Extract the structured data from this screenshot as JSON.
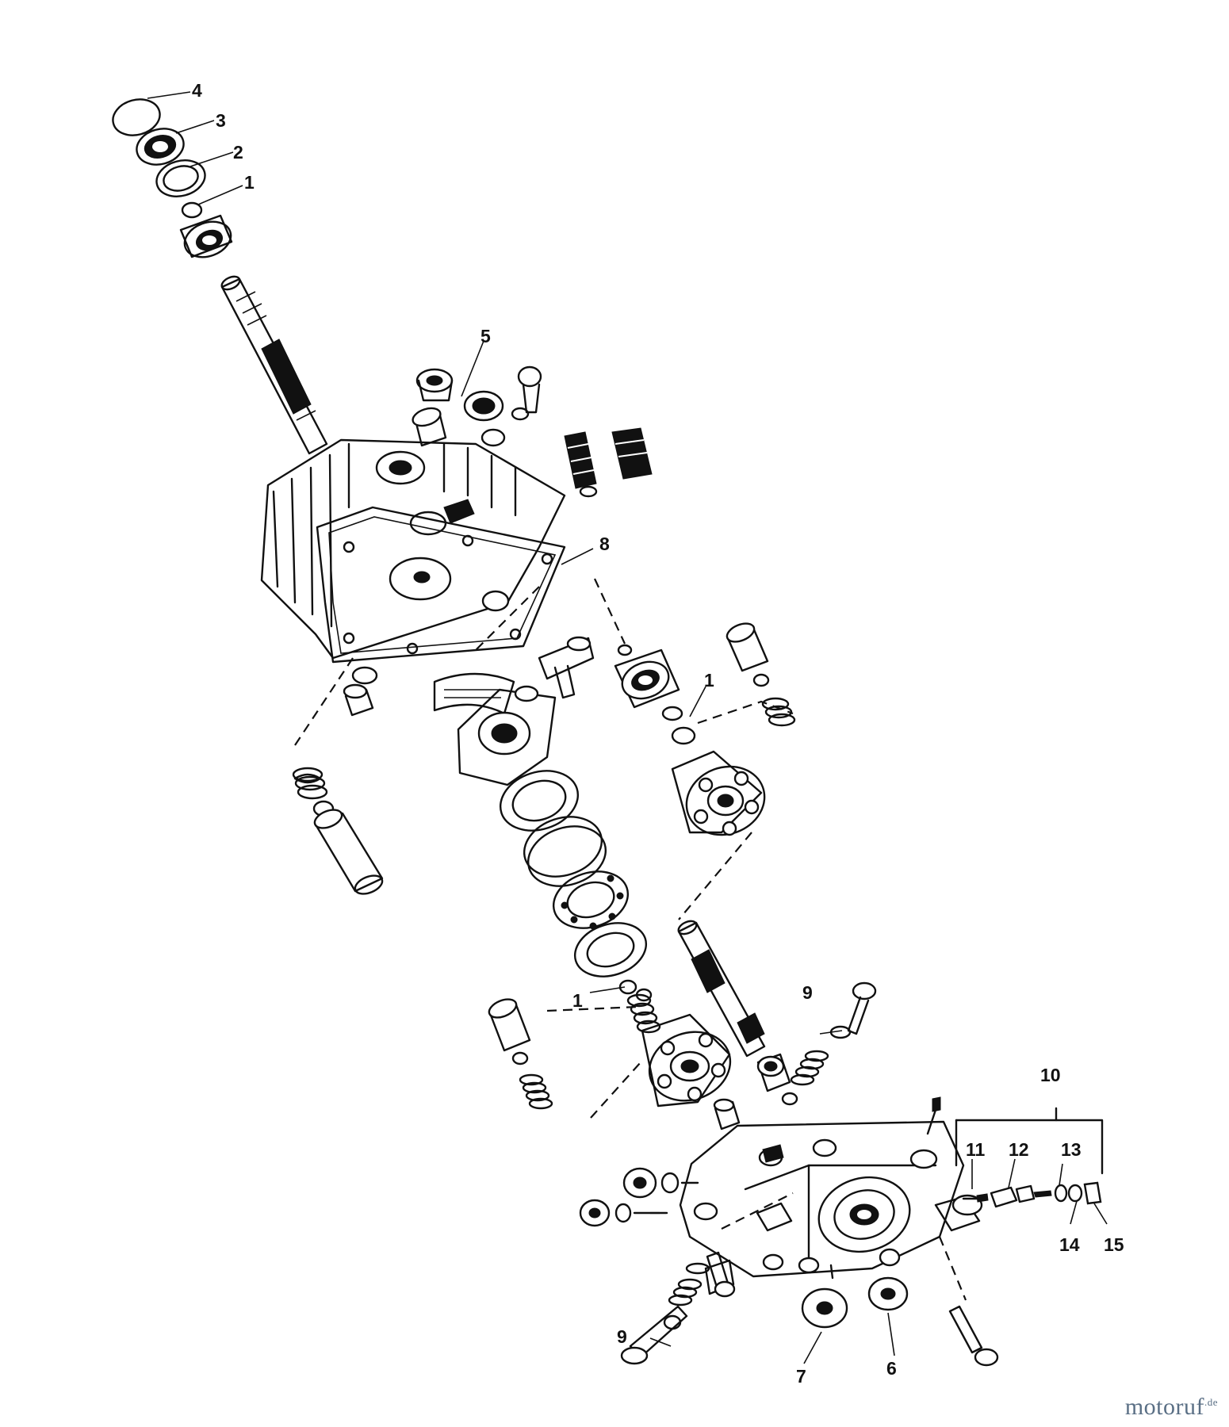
{
  "callouts": [
    {
      "id": "c4",
      "label": "4"
    },
    {
      "id": "c3",
      "label": "3"
    },
    {
      "id": "c2",
      "label": "2"
    },
    {
      "id": "c1a",
      "label": "1"
    },
    {
      "id": "c5",
      "label": "5"
    },
    {
      "id": "c8",
      "label": "8"
    },
    {
      "id": "c1b",
      "label": "1"
    },
    {
      "id": "c1c",
      "label": "1"
    },
    {
      "id": "c9a",
      "label": "9"
    },
    {
      "id": "c10",
      "label": "10"
    },
    {
      "id": "c11",
      "label": "11"
    },
    {
      "id": "c12",
      "label": "12"
    },
    {
      "id": "c13",
      "label": "13"
    },
    {
      "id": "c14",
      "label": "14"
    },
    {
      "id": "c15",
      "label": "15"
    },
    {
      "id": "c9b",
      "label": "9"
    },
    {
      "id": "c7",
      "label": "7"
    },
    {
      "id": "c6",
      "label": "6"
    }
  ],
  "watermark": {
    "name": "motoruf",
    "tld": ".de"
  }
}
